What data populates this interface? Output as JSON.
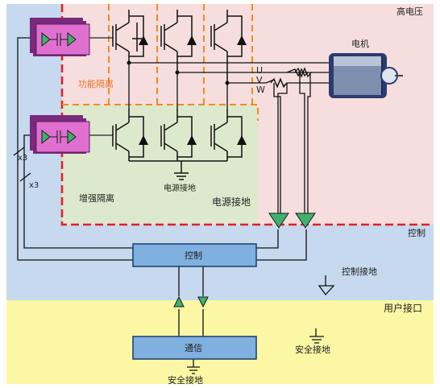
{
  "zones": {
    "high_voltage": "高电压",
    "control": "控制",
    "user_interface": "用户接口"
  },
  "labels": {
    "functional_isolation": "功能隔离",
    "reinforced_isolation": "增强隔离",
    "power_ground_1": "电源接地",
    "power_ground_2": "电源接地",
    "motor": "电机",
    "control_block": "控制",
    "comm_block": "通信",
    "control_ground": "控制接地",
    "safety_ground_1": "安全接地",
    "safety_ground_2": "安全接地",
    "x3_top": "x3",
    "x3_bottom": "x3"
  },
  "phases": [
    "U",
    "V",
    "W"
  ],
  "colors": {
    "high_voltage_bg": "#f6dede",
    "control_bg": "#c6d9ef",
    "user_bg": "#fbf7a4",
    "reinforced_bg": "#dde9cc",
    "boundary_red": "#e02020",
    "functional_orange": "#f08a24",
    "isolator_magenta": "#e070d0",
    "block_blue": "#7fb0e0",
    "arrow_green": "#40b070"
  },
  "icons": [
    "igbt-icon",
    "isolator-icon",
    "ground-icon",
    "resistor-icon",
    "motor-icon",
    "triangle-buffer-icon"
  ]
}
